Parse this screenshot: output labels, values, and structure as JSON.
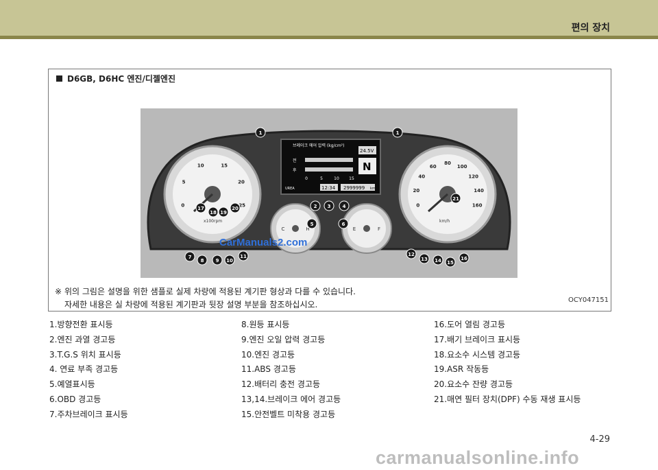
{
  "header": {
    "section_title": "편의 장치"
  },
  "box": {
    "heading": "D6GB, D6HC 엔진/디젤엔진",
    "image_code": "OCY047151"
  },
  "cluster": {
    "lcd_title": "브레이크 에어 압력 (kg/cm²)",
    "lcd_voltage": "24.5V",
    "lcd_front": "전",
    "lcd_rear": "후",
    "lcd_scale": [
      "0",
      "5",
      "10",
      "15"
    ],
    "lcd_gear": "N",
    "lcd_time": "12:34",
    "lcd_odo": "2999999",
    "lcd_odo_unit": "km",
    "urea_label": "UREA",
    "rpm_unit": "x100rpm",
    "speed_unit": "km/h",
    "rpm_ticks": [
      "0",
      "5",
      "10",
      "15",
      "20",
      "25"
    ],
    "speed_ticks": [
      "0",
      "20",
      "40",
      "60",
      "80",
      "100",
      "120",
      "140",
      "160"
    ],
    "temp_labels": [
      "C",
      "H"
    ],
    "fuel_labels": [
      "E",
      "F"
    ],
    "callouts": [
      "1",
      "1",
      "2",
      "3",
      "4",
      "5",
      "6",
      "7",
      "8",
      "9",
      "10",
      "11",
      "12",
      "13",
      "14",
      "15",
      "16",
      "17",
      "18",
      "19",
      "20",
      "21"
    ]
  },
  "watermark_in_image": "CarManuals2.com",
  "note": {
    "mark": "※",
    "line1": "위의 그림은 설명을 위한 샘플로 실제 차량에 적용된 계기판 형상과 다를 수 있습니다.",
    "line2": "자세한 내용은 실 차량에 적용된 계기판과 뒷장 설명 부분을 참조하십시오."
  },
  "legend": {
    "col1": [
      "1.방향전환 표시등",
      "2.엔진 과열 경고등",
      "3.T.G.S 위치 표시등",
      "4. 연료 부족 경고등",
      "5.예열표시등",
      "6.OBD 경고등",
      "7.주차브레이크 표시등"
    ],
    "col2": [
      "8.원등 표시등",
      "9.엔진 오일 압력 경고등",
      "10.엔진 경고등",
      "11.ABS 경고등",
      "12.배터리 충전 경고등",
      "13,14.브레이크 에어 경고등",
      "15.안전벨트 미착용 경고등"
    ],
    "col3": [
      "16.도어 열림 경고등",
      "17.배기 브레이크 표시등",
      "18.요소수 시스템 경고등",
      "19.ASR 작동등",
      "20.요소수 잔량 경고등",
      "21.매연 필터 장치(DPF) 수동 재생 표시등"
    ]
  },
  "page_number": "4-29",
  "footer_watermark": "carmanualsonline.info",
  "colors": {
    "header_band": "#c7c595",
    "header_rule": "#8a864a",
    "watermark_blue": "#2f6fd8"
  }
}
